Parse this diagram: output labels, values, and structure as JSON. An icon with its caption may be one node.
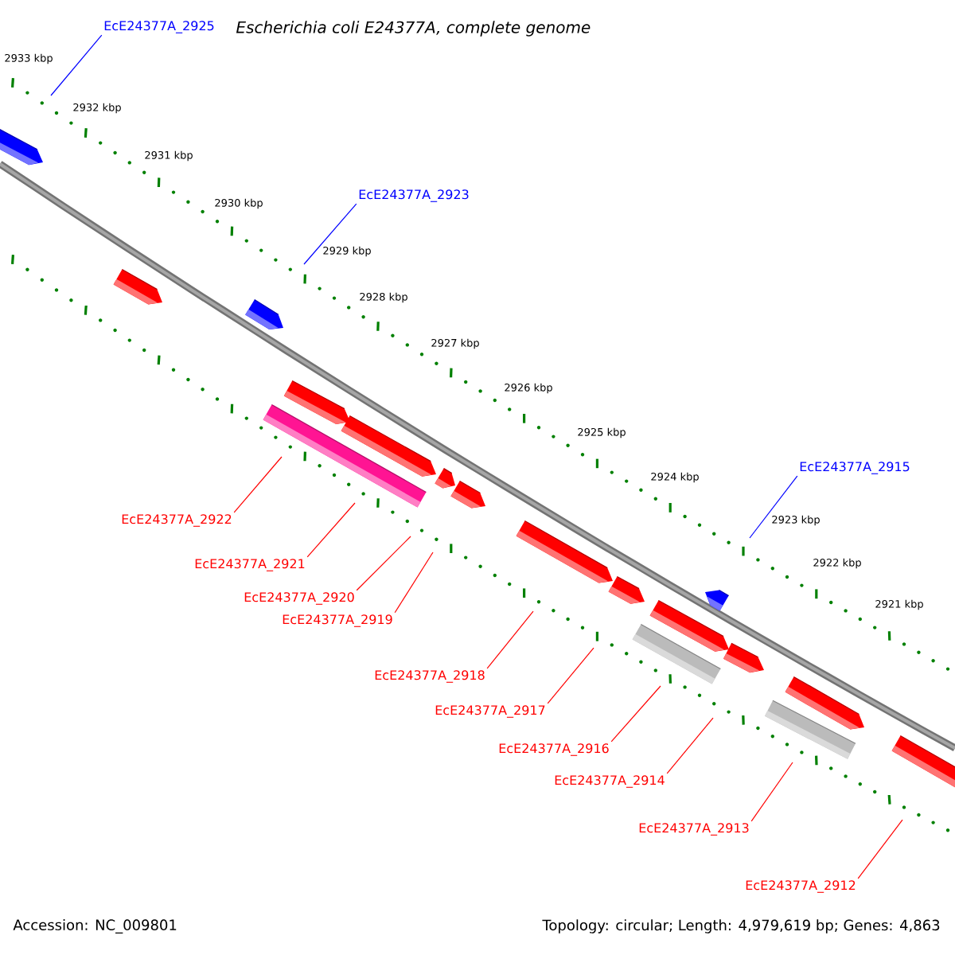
{
  "diagram": {
    "title": "Escherichia coli E24377A, complete genome",
    "nodes": [
      {
        "text": [
          "EcE24377A_2925"
        ]
      },
      {
        "text": [
          "EcE24377A_2923"
        ]
      },
      {
        "text": [
          "EcE24377A_2915"
        ]
      },
      {
        "text": [
          "EcE24377A_2922"
        ]
      },
      {
        "text": [
          "EcE24377A_2921"
        ]
      },
      {
        "text": [
          "EcE24377A_2920"
        ]
      },
      {
        "text": [
          "EcE24377A_2919"
        ]
      },
      {
        "text": [
          "EcE24377A_2918"
        ]
      },
      {
        "text": [
          "EcE24377A_2917"
        ]
      },
      {
        "text": [
          "EcE24377A_2916"
        ]
      },
      {
        "text": [
          "EcE24377A_2914"
        ]
      },
      {
        "text": [
          "EcE24377A_2913"
        ]
      },
      {
        "text": [
          "EcE24377A_2912"
        ]
      }
    ],
    "edges": [
      {
        "from": 0,
        "to": null,
        "arrow": "none",
        "color": "#0000ff"
      },
      {
        "from": 1,
        "to": null,
        "arrow": "none",
        "color": "#0000ff"
      },
      {
        "from": 2,
        "to": null,
        "arrow": "none",
        "color": "#0000ff"
      },
      {
        "from": 3,
        "to": null,
        "arrow": "none"
      },
      {
        "from": 4,
        "to": null,
        "arrow": "none"
      },
      {
        "from": 5,
        "to": null,
        "arrow": "none"
      },
      {
        "from": 6,
        "to": null,
        "arrow": "none"
      },
      {
        "from": 7,
        "to": null,
        "arrow": "none"
      },
      {
        "from": 8,
        "to": null,
        "arrow": "none"
      },
      {
        "from": 9,
        "to": null,
        "arrow": "none"
      },
      {
        "from": 10,
        "to": null,
        "arrow": "none"
      },
      {
        "from": 11,
        "to": null,
        "arrow": "none"
      },
      {
        "from": 12,
        "to": null,
        "arrow": "none"
      }
    ],
    "labels": [
      "2933 kbp",
      "2932 kbp",
      "2931 kbp",
      "2930 kbp",
      "2929 kbp",
      "2928 kbp",
      "2927 kbp",
      "2926 kbp",
      "2925 kbp",
      "2924 kbp",
      "2923 kbp",
      "2922 kbp",
      "2921 kbp",
      "Accession: NC_009801",
      "Topology: circular; Length: 4,979,619 bp; Genes: 4,863"
    ]
  }
}
